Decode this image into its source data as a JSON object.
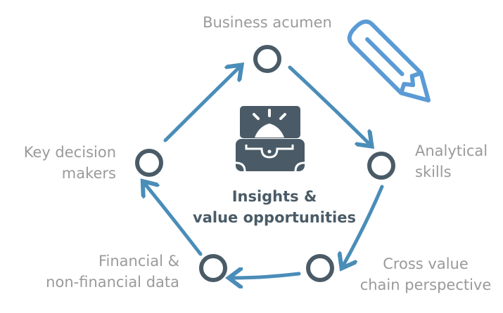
{
  "colors": {
    "node": "#4a5b67",
    "arrow": "#4a8db8",
    "pencil": "#5b9bd5",
    "label": "#9a9a9a"
  },
  "center": {
    "line1": "Insights &",
    "line2": "value opportunities",
    "icon": "treasure-chest-icon"
  },
  "nodes": [
    {
      "lines": [
        "Business acumen"
      ]
    },
    {
      "lines": [
        "Analytical",
        "skills"
      ]
    },
    {
      "lines": [
        "Cross value",
        "chain perspective"
      ]
    },
    {
      "lines": [
        "Financial &",
        "non-financial data"
      ]
    },
    {
      "lines": [
        "Key decision",
        "makers"
      ]
    }
  ],
  "decoration": {
    "icon": "pencil-icon"
  }
}
